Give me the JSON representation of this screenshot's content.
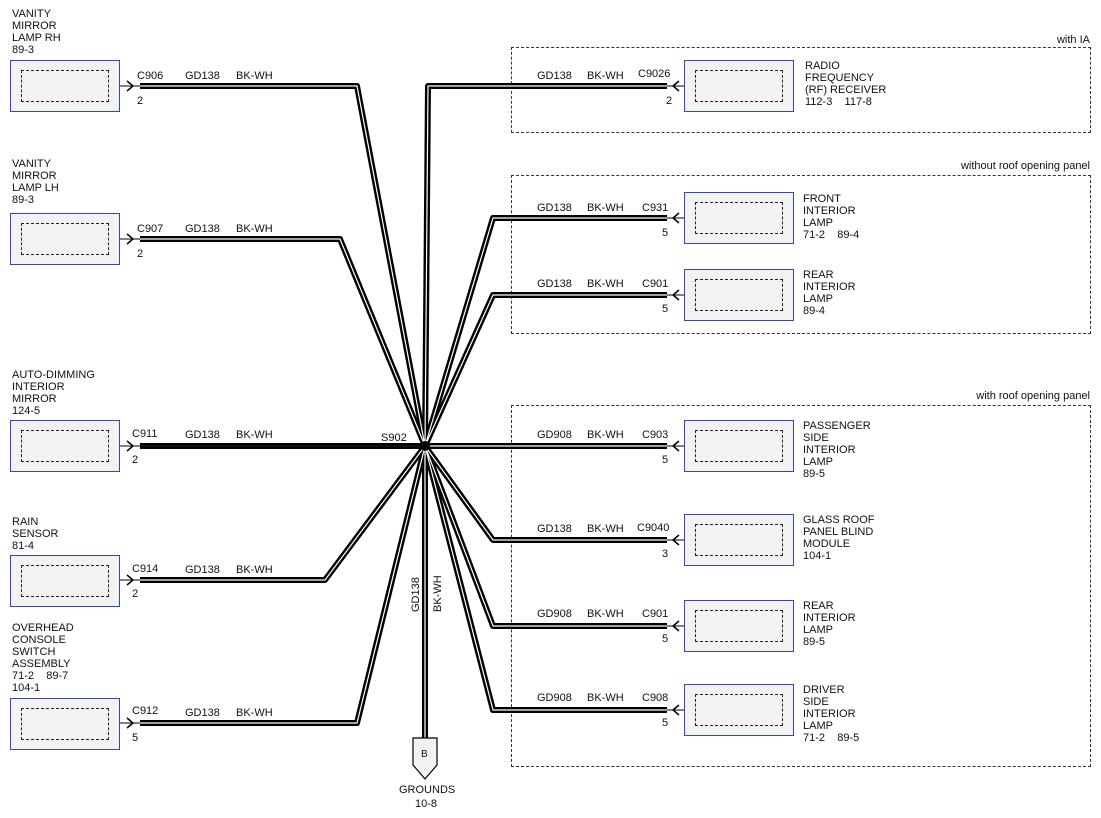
{
  "groups": [
    {
      "id": "ia",
      "label": "with IA"
    },
    {
      "id": "noroof",
      "label": "without roof opening panel"
    },
    {
      "id": "roof",
      "label": "with roof opening panel"
    }
  ],
  "splice": {
    "label": "S902"
  },
  "ground": {
    "label": "B",
    "name": "GROUNDS",
    "ref": "10-8",
    "wire": "GD138",
    "color": "BK-WH"
  },
  "left_components": [
    {
      "name": "VANITY\nMIRROR\nLAMP RH",
      "ref": "89-3",
      "connector": "C906",
      "pin": "2",
      "wire": "GD138",
      "color": "BK-WH"
    },
    {
      "name": "VANITY\nMIRROR\nLAMP LH",
      "ref": "89-3",
      "connector": "C907",
      "pin": "2",
      "wire": "GD138",
      "color": "BK-WH"
    },
    {
      "name": "AUTO-DIMMING\nINTERIOR\nMIRROR",
      "ref": "124-5",
      "connector": "C911",
      "pin": "2",
      "wire": "GD138",
      "color": "BK-WH"
    },
    {
      "name": "RAIN\nSENSOR",
      "ref": "81-4",
      "connector": "C914",
      "pin": "2",
      "wire": "GD138",
      "color": "BK-WH"
    },
    {
      "name": "OVERHEAD\nCONSOLE\nSWITCH\nASSEMBLY",
      "ref": "71-2    89-7\n104-1",
      "connector": "C912",
      "pin": "5",
      "wire": "GD138",
      "color": "BK-WH"
    }
  ],
  "right_components": [
    {
      "name": "RADIO\nFREQUENCY\n(RF) RECEIVER",
      "ref": "112-3    117-8",
      "connector": "C9026",
      "pin": "2",
      "wire": "GD138",
      "color": "BK-WH"
    },
    {
      "name": "FRONT\nINTERIOR\nLAMP",
      "ref": "71-2    89-4",
      "connector": "C931",
      "pin": "5",
      "wire": "GD138",
      "color": "BK-WH"
    },
    {
      "name": "REAR\nINTERIOR\nLAMP",
      "ref": "89-4",
      "connector": "C901",
      "pin": "5",
      "wire": "GD138",
      "color": "BK-WH"
    },
    {
      "name": "PASSENGER\nSIDE\nINTERIOR\nLAMP",
      "ref": "89-5",
      "connector": "C903",
      "pin": "5",
      "wire": "GD908",
      "color": "BK-WH"
    },
    {
      "name": "GLASS ROOF\nPANEL BLIND\nMODULE",
      "ref": "104-1",
      "connector": "C9040",
      "pin": "3",
      "wire": "GD138",
      "color": "BK-WH"
    },
    {
      "name": "REAR\nINTERIOR\nLAMP",
      "ref": "89-5",
      "connector": "C901",
      "pin": "5",
      "wire": "GD908",
      "color": "BK-WH"
    },
    {
      "name": "DRIVER\nSIDE\nINTERIOR\nLAMP",
      "ref": "71-2    89-5",
      "connector": "C908",
      "pin": "5",
      "wire": "GD908",
      "color": "BK-WH"
    }
  ],
  "colors": {
    "wire": "#000000",
    "box_border": "#3344cc",
    "box_fill": "#f2f2f2"
  }
}
